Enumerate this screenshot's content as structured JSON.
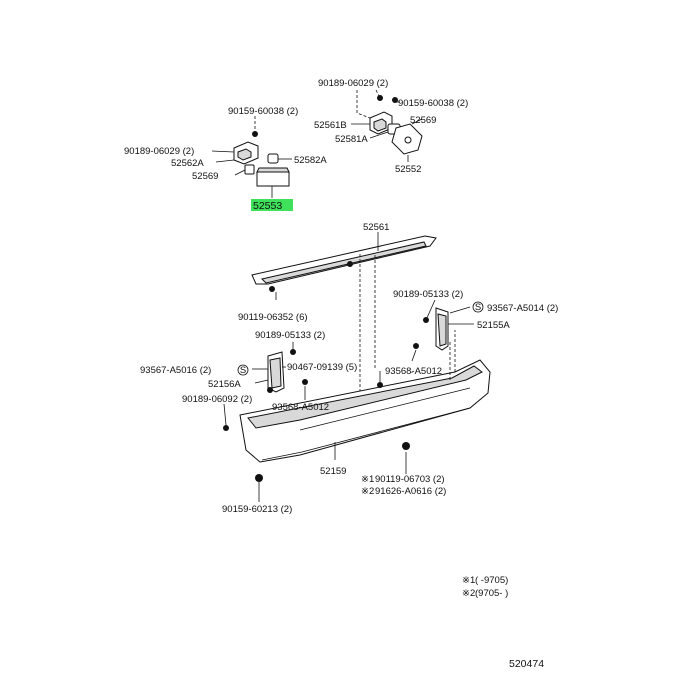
{
  "parts": {
    "p1": "90189-06029 (2)",
    "p2": "90159-60038 (2)",
    "p3": "90159-60038 (2)",
    "p4": "52561B",
    "p5": "52569",
    "p6": "52581A",
    "p7": "52552",
    "p8": "90189-06029 (2)",
    "p9": "52562A",
    "p10": "52582A",
    "p11": "52569",
    "p12": "52553",
    "p13": "52561",
    "p14": "90189-05133 (2)",
    "p15": "93567-A5014 (2)",
    "p16": "52155A",
    "p17": "90119-06352 (6)",
    "p18": "90189-05133 (2)",
    "p19": "93567-A5016 (2)",
    "p20": "90467-09139 (5)",
    "p21": "93568-A5012",
    "p22": "52156A",
    "p23": "90189-06092 (2)",
    "p24": "93568-A5012",
    "p25": "52159",
    "p26": "90119-06703 (2)",
    "p27": "91626-A0616 (2)",
    "p28": "90159-60213 (2)"
  },
  "footnote_marks": {
    "m1": "※1",
    "m2": "※2"
  },
  "legend": {
    "row1_mark": "※1",
    "row1_text": "(          -9705)",
    "row2_mark": "※2",
    "row2_text": "(9705-          )"
  },
  "diagram_number": "520474",
  "colors": {
    "highlight": "#3fe05a",
    "line": "#111111"
  }
}
